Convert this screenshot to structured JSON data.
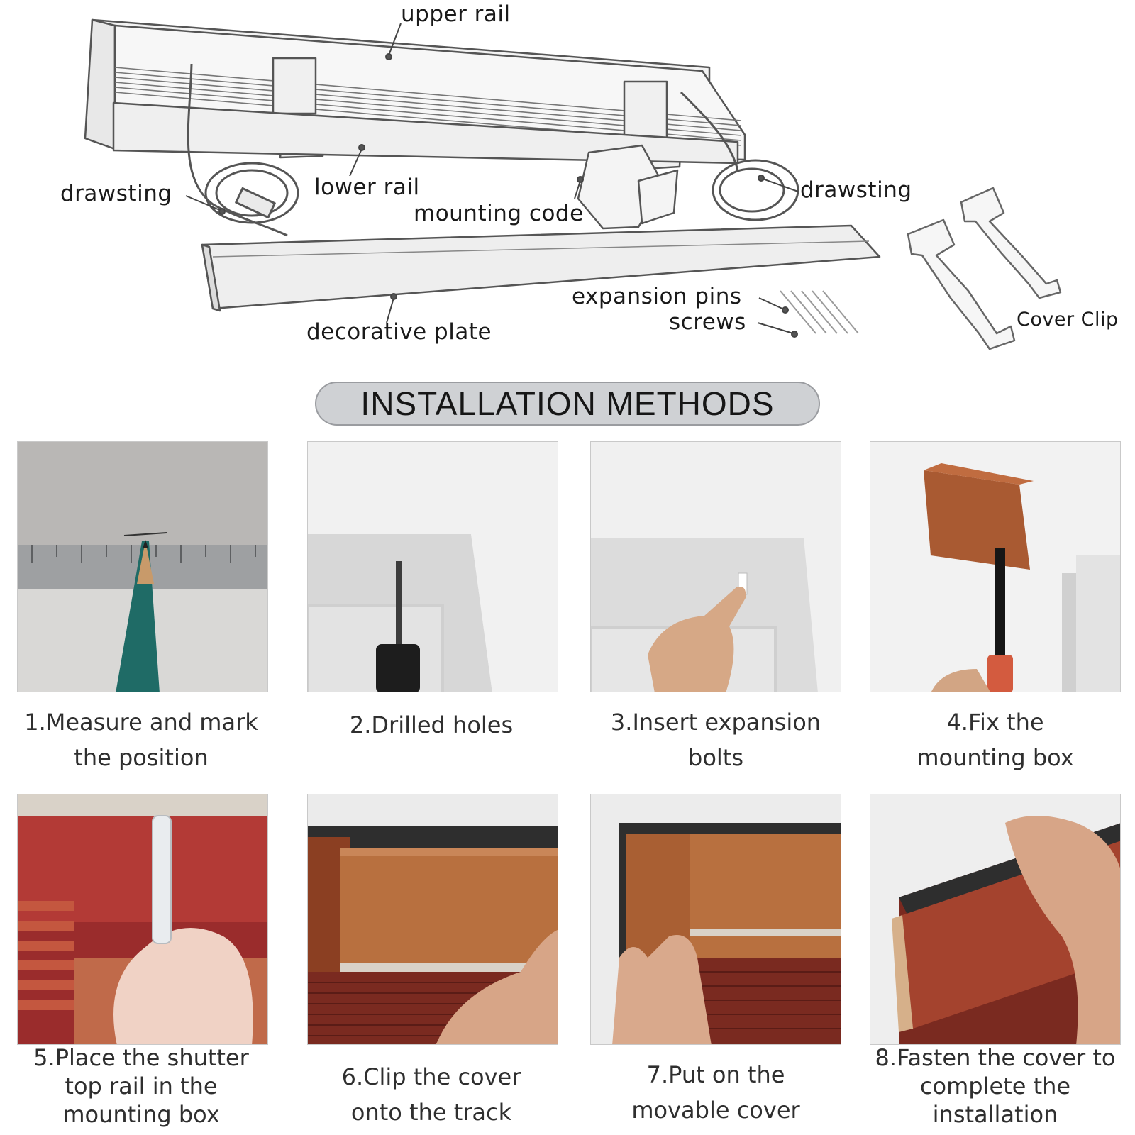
{
  "diagram": {
    "labels": {
      "upper_rail": "upper rail",
      "drawsting_left": "drawsting",
      "lower_rail": "lower rail",
      "mounting_code": "mounting code",
      "drawsting_right": "drawsting",
      "expansion_pins": "expansion pins",
      "screws": "screws",
      "decorative_plate": "decorative plate",
      "cover_clip": "Cover Clip"
    }
  },
  "banner": {
    "title": "INSTALLATION METHODS"
  },
  "steps": [
    {
      "line1": "1.Measure and mark",
      "line2": "the position",
      "line3": ""
    },
    {
      "line1": "2.Drilled holes",
      "line2": "",
      "line3": ""
    },
    {
      "line1": "3.Insert expansion",
      "line2": "bolts",
      "line3": ""
    },
    {
      "line1": "4.Fix the",
      "line2": "mounting box",
      "line3": ""
    },
    {
      "line1": "5.Place the shutter",
      "line2": "top rail in the",
      "line3": "mounting box"
    },
    {
      "line1": "6.Clip the cover",
      "line2": "onto the track",
      "line3": ""
    },
    {
      "line1": "7.Put on the",
      "line2": "movable cover",
      "line3": ""
    },
    {
      "line1": "8.Fasten the cover to",
      "line2": "complete the",
      "line3": "installation"
    }
  ],
  "colors": {
    "banner_fill": "#cfd1d4",
    "wood": "#b5623a",
    "wall": "#ebebeb"
  }
}
